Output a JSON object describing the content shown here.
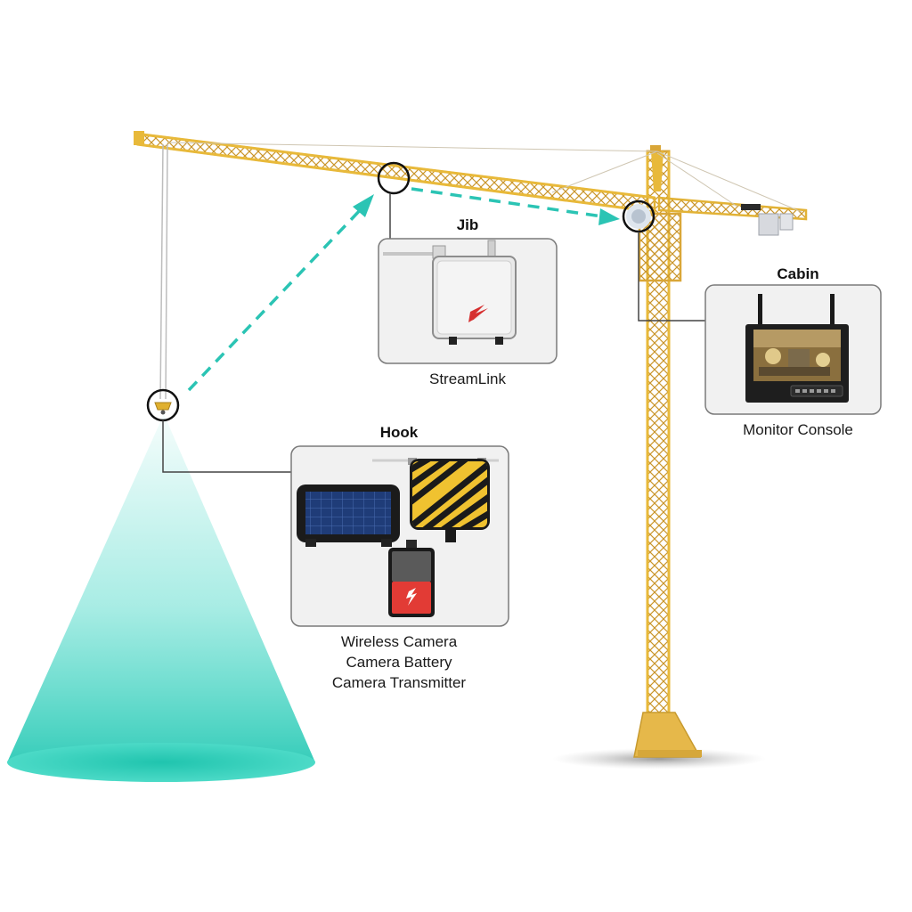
{
  "diagram": {
    "components": [
      {
        "id": "jib",
        "heading": "Jib",
        "captions": [
          "StreamLink"
        ],
        "icon": "streamlink-device"
      },
      {
        "id": "cabin",
        "heading": "Cabin",
        "captions": [
          "Monitor Console"
        ],
        "icon": "monitor-console"
      },
      {
        "id": "hook",
        "heading": "Hook",
        "captions": [
          "Wireless Camera",
          "Camera Battery",
          "Camera Transmitter"
        ],
        "icons": [
          "wireless-camera",
          "camera-transmitter",
          "camera-battery"
        ]
      }
    ],
    "colors": {
      "crane": "#e8b93a",
      "signal_arrow": "#2bc4b4",
      "camera_beam": "#3fd6c4",
      "card_border": "#7a7a7a",
      "card_fill": "#f1f1f1",
      "streamlink_logo": "#d62f2f",
      "battery_red": "#e23b35"
    }
  }
}
